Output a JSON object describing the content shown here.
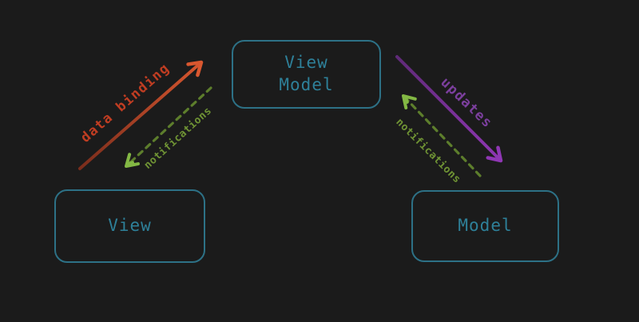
{
  "colors": {
    "background": "#1b1b1b",
    "node_border": "#2d7186",
    "node_text": "#2e8099",
    "data_binding_label": "#c03d22",
    "notifications_label": "#6f9334",
    "updates_label": "#7c3f9e"
  },
  "nodes": {
    "view_model": {
      "label": "View\nModel"
    },
    "view": {
      "label": "View"
    },
    "model": {
      "label": "Model"
    }
  },
  "edges": {
    "data_binding": {
      "label": "data binding",
      "style": "solid",
      "color_tail": "#7a2d1c",
      "color_head": "#d9572f"
    },
    "notifications_left": {
      "label": "notifications",
      "style": "dashed",
      "dash_color": "#5d7e2c",
      "head_color": "#83b844"
    },
    "updates": {
      "label": "updates",
      "style": "solid",
      "color_tail": "#5f2a78",
      "color_head": "#9037b5"
    },
    "notifications_right": {
      "label": "notifications",
      "style": "dashed",
      "dash_color": "#5d7e2c",
      "head_color": "#83b844"
    }
  }
}
